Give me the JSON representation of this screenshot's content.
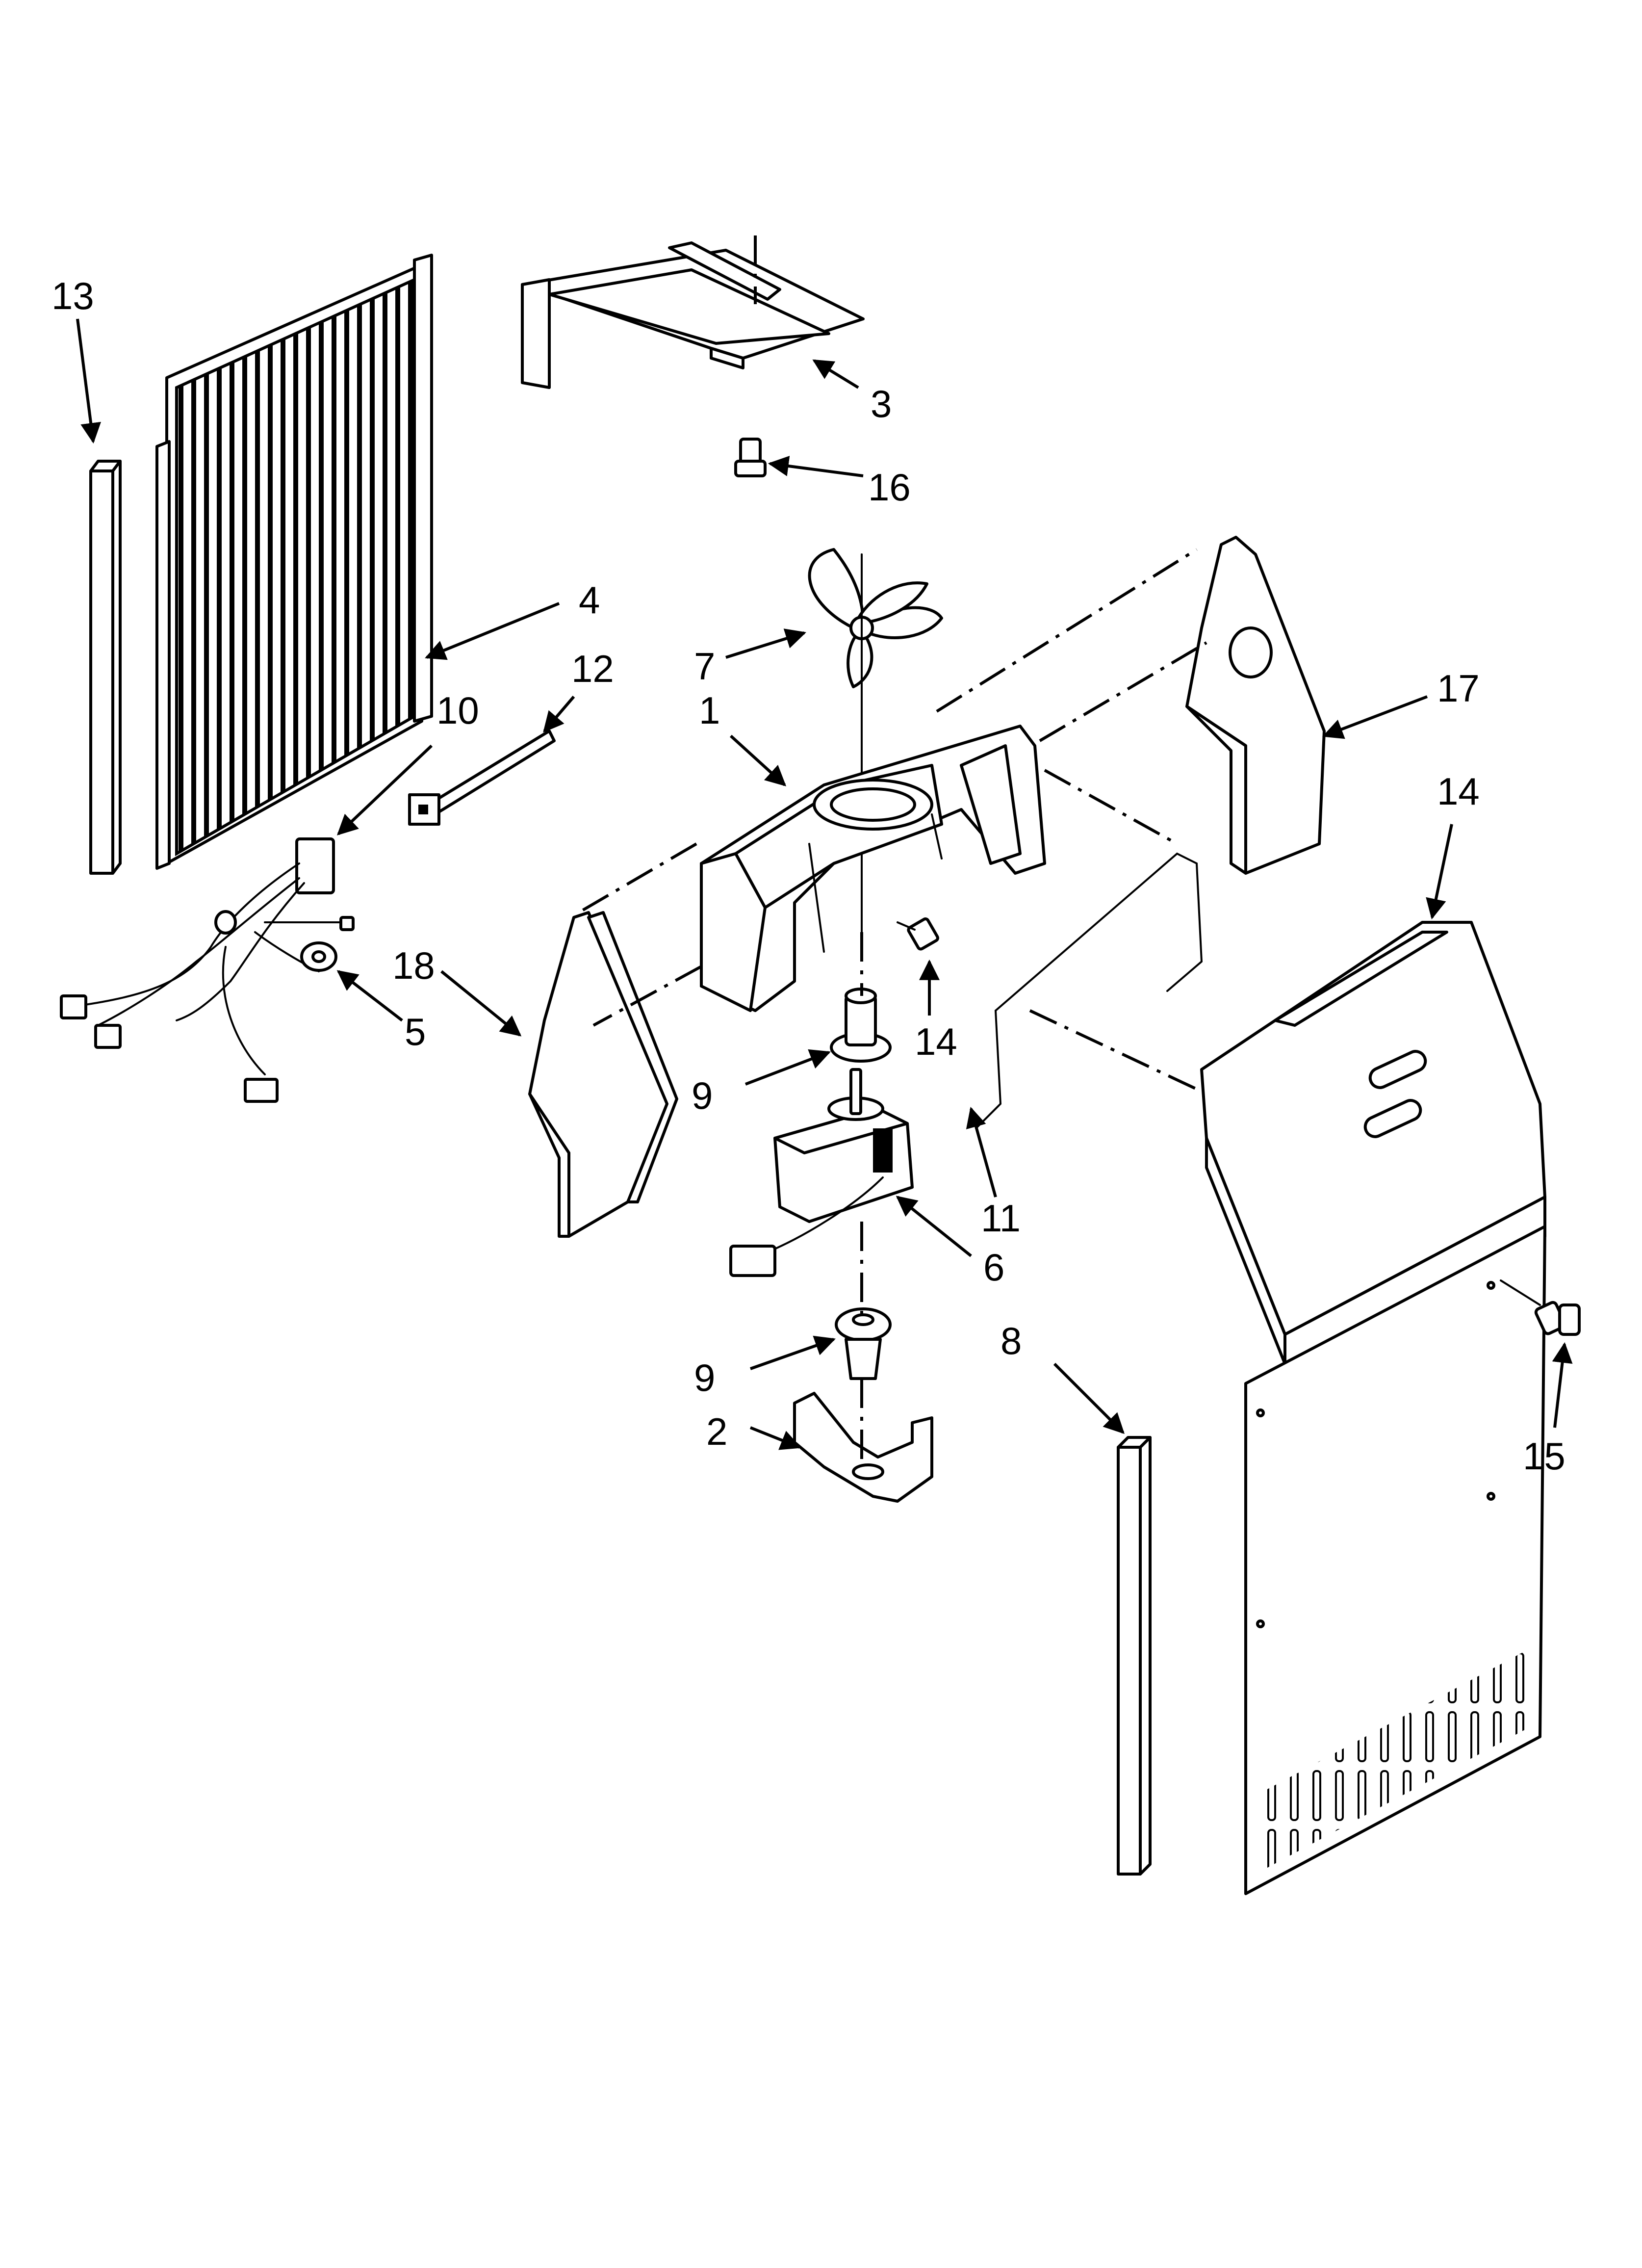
{
  "callouts": [
    {
      "id": "c13",
      "label": "13"
    },
    {
      "id": "c3",
      "label": "3"
    },
    {
      "id": "c16",
      "label": "16"
    },
    {
      "id": "c4",
      "label": "4"
    },
    {
      "id": "c12",
      "label": "12"
    },
    {
      "id": "c10",
      "label": "10"
    },
    {
      "id": "c7",
      "label": "7"
    },
    {
      "id": "c1",
      "label": "1"
    },
    {
      "id": "c17",
      "label": "17"
    },
    {
      "id": "c14a",
      "label": "14"
    },
    {
      "id": "c18",
      "label": "18"
    },
    {
      "id": "c5",
      "label": "5"
    },
    {
      "id": "c14b",
      "label": "14"
    },
    {
      "id": "c9a",
      "label": "9"
    },
    {
      "id": "c11",
      "label": "11"
    },
    {
      "id": "c6",
      "label": "6"
    },
    {
      "id": "c8",
      "label": "8"
    },
    {
      "id": "c9b",
      "label": "9"
    },
    {
      "id": "c2",
      "label": "2"
    },
    {
      "id": "c15",
      "label": "15"
    }
  ]
}
